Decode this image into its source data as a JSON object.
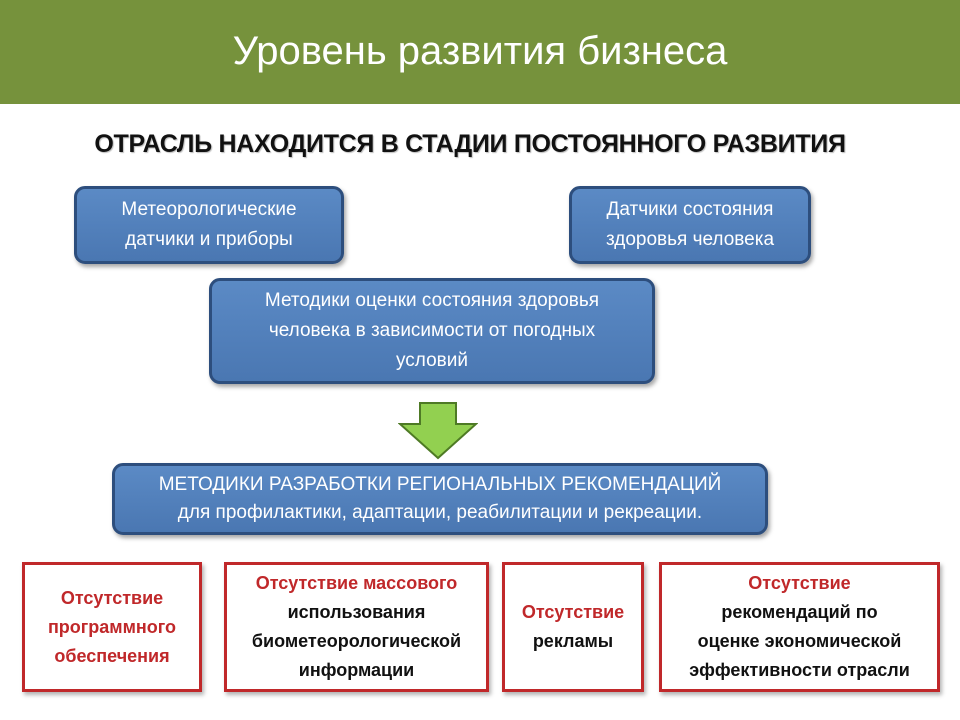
{
  "header": {
    "title": "Уровень развития бизнеса"
  },
  "subtitle": "ОТРАСЛЬ НАХОДИТСЯ В СТАДИИ ПОСТОЯННОГО РАЗВИТИЯ",
  "blue_boxes": {
    "meteo": [
      "Метеорологические",
      "датчики и приборы"
    ],
    "health": [
      "Датчики состояния",
      "здоровья человека"
    ],
    "methods": [
      "Методики оценки состояния здоровья",
      "человека в зависимости от погодных",
      "условий"
    ],
    "regional": [
      "МЕТОДИКИ РАЗРАБОТКИ РЕГИОНАЛЬНЫХ РЕКОМЕНДАЦИЙ",
      "для профилактики, адаптации, реабилитации и рекреации."
    ]
  },
  "red_boxes": [
    [
      "Отсутствие",
      "программного",
      "обеспечения"
    ],
    [
      "Отсутствие массового",
      "использования",
      "биометеорологической",
      "информации"
    ],
    [
      "Отсутствие",
      "рекламы"
    ],
    [
      "Отсутствие",
      "рекомендаций по",
      "оценке экономической",
      "эффективности отрасли"
    ]
  ],
  "colors": {
    "header_bg": "#76923c",
    "blue_box": "#4f81bd",
    "arrow_fill": "#92d050",
    "red_border": "#c0282a"
  }
}
